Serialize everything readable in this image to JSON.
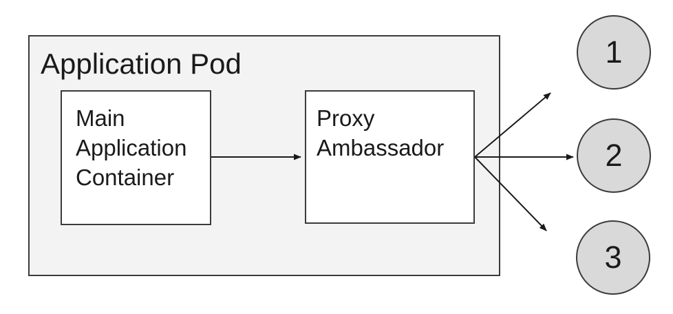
{
  "diagram": {
    "pod": {
      "label": "Application Pod"
    },
    "nodes": [
      {
        "name": "main-application-container",
        "label": "Main\nApplication\nContainer"
      },
      {
        "name": "proxy-ambassador",
        "label": "Proxy\nAmbassador"
      }
    ],
    "endpoints": [
      {
        "label": "1"
      },
      {
        "label": "2"
      },
      {
        "label": "3"
      }
    ],
    "edges": [
      {
        "from": "main-application-container",
        "to": "proxy-ambassador"
      },
      {
        "from": "proxy-ambassador",
        "to": "endpoint-1"
      },
      {
        "from": "proxy-ambassador",
        "to": "endpoint-2"
      },
      {
        "from": "proxy-ambassador",
        "to": "endpoint-3"
      }
    ]
  },
  "colors": {
    "pod_fill": "#f3f3f3",
    "node_fill": "#ffffff",
    "endpoint_fill": "#d9d9d9",
    "border_color": "#3a3a3a",
    "text_color": "#1a1a1a",
    "arrow_color": "#1a1a1a"
  }
}
